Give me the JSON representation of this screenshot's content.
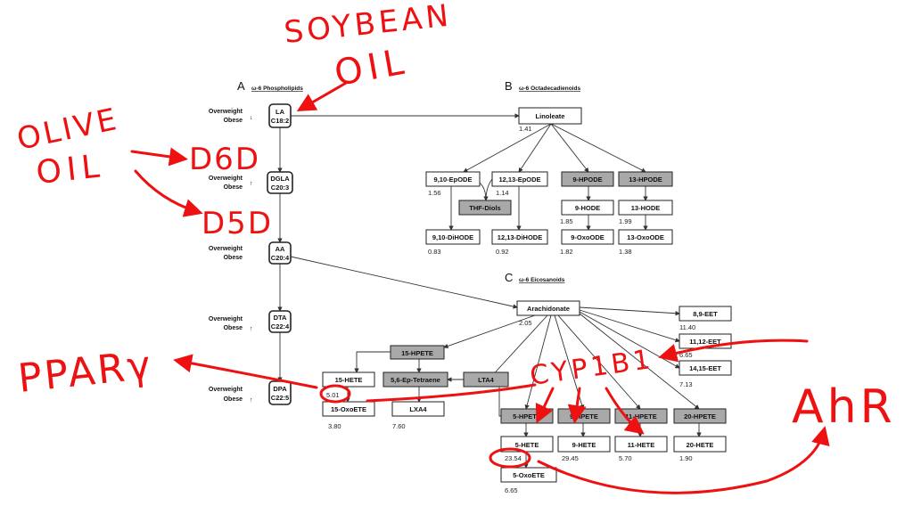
{
  "sections": {
    "a": {
      "letter": "A",
      "title": "ω-6 Phospholipids"
    },
    "b": {
      "letter": "B",
      "title": "ω-6 Octadecadienoids"
    },
    "c": {
      "letter": "C",
      "title": "ω-6 Eicosanoids"
    }
  },
  "phospholipids": [
    {
      "name": "LA",
      "sub": "C18:2",
      "side1": "Overweight",
      "side2": "Obese",
      "trend": "↓"
    },
    {
      "name": "DGLA",
      "sub": "C20:3",
      "side1": "Overweight",
      "side2": "Obese",
      "trend": "↑"
    },
    {
      "name": "AA",
      "sub": "C20:4",
      "side1": "Overweight",
      "side2": "Obese",
      "trend": ""
    },
    {
      "name": "DTA",
      "sub": "C22:4",
      "side1": "Overweight",
      "side2": "Obese",
      "trend": "↑"
    },
    {
      "name": "DPA",
      "sub": "C22:5",
      "side1": "Overweight",
      "side2": "Obese",
      "trend": "↑"
    }
  ],
  "octadecadienoids": {
    "linoleate": {
      "label": "Linoleate",
      "value": "1.41"
    },
    "ep910": {
      "label": "9,10-EpODE",
      "value": "1.56"
    },
    "ep1213": {
      "label": "12,13-EpODE",
      "value": "1.14"
    },
    "hpode9": {
      "label": "9-HPODE"
    },
    "hpode13": {
      "label": "13-HPODE"
    },
    "thf": {
      "label": "THF-Diols"
    },
    "hode9": {
      "label": "9-HODE",
      "value": "1.85"
    },
    "hode13": {
      "label": "13-HODE",
      "value": "1.99"
    },
    "dihode910": {
      "label": "9,10-DiHODE",
      "value": "0.83"
    },
    "dihode1213": {
      "label": "12,13-DiHODE",
      "value": "0.92"
    },
    "oxo9": {
      "label": "9-OxoODE",
      "value": "1.82"
    },
    "oxo13": {
      "label": "13-OxoODE",
      "value": "1.38"
    }
  },
  "eicosanoids": {
    "arachidonate": {
      "label": "Arachidonate",
      "value": "2.05"
    },
    "eet89": {
      "label": "8,9-EET",
      "value": "11.40"
    },
    "eet1112": {
      "label": "11,12-EET",
      "value": "6.65"
    },
    "eet1415": {
      "label": "14,15-EET",
      "value": "7.13"
    },
    "hpete15": {
      "label": "15-HPETE"
    },
    "hete15": {
      "label": "15-HETE",
      "value": "5.01"
    },
    "oxoete15": {
      "label": "15-OxoETE",
      "value": "3.80"
    },
    "eptetraene": {
      "label": "5,6-Ep-Tetraene"
    },
    "lxa4": {
      "label": "LXA4",
      "value": "7.60"
    },
    "lta4": {
      "label": "LTA4"
    },
    "hpete5": {
      "label": "5-HPETE"
    },
    "hpete9": {
      "label": "9-HPETE"
    },
    "hpete11": {
      "label": "11-HPETE"
    },
    "hpete20": {
      "label": "20-HPETE"
    },
    "hete5": {
      "label": "5-HETE",
      "value": "23.54"
    },
    "hete9": {
      "label": "9-HETE",
      "value": "29.45"
    },
    "hete11": {
      "label": "11-HETE",
      "value": "5.70"
    },
    "hete20": {
      "label": "20-HETE",
      "value": "1.90"
    },
    "oxoete5": {
      "label": "5-OxoETE",
      "value": "6.65"
    }
  },
  "annotations": {
    "soybean": "SOYBEAN",
    "oil1": "OIL",
    "olive": "OLIVE",
    "oil2": "OIL",
    "d6d": "D6D",
    "d5d": "D5D",
    "ppar": "PPARγ",
    "cyp": "CYP1B1",
    "ahr": "AhR",
    "color": "#ee1111"
  }
}
